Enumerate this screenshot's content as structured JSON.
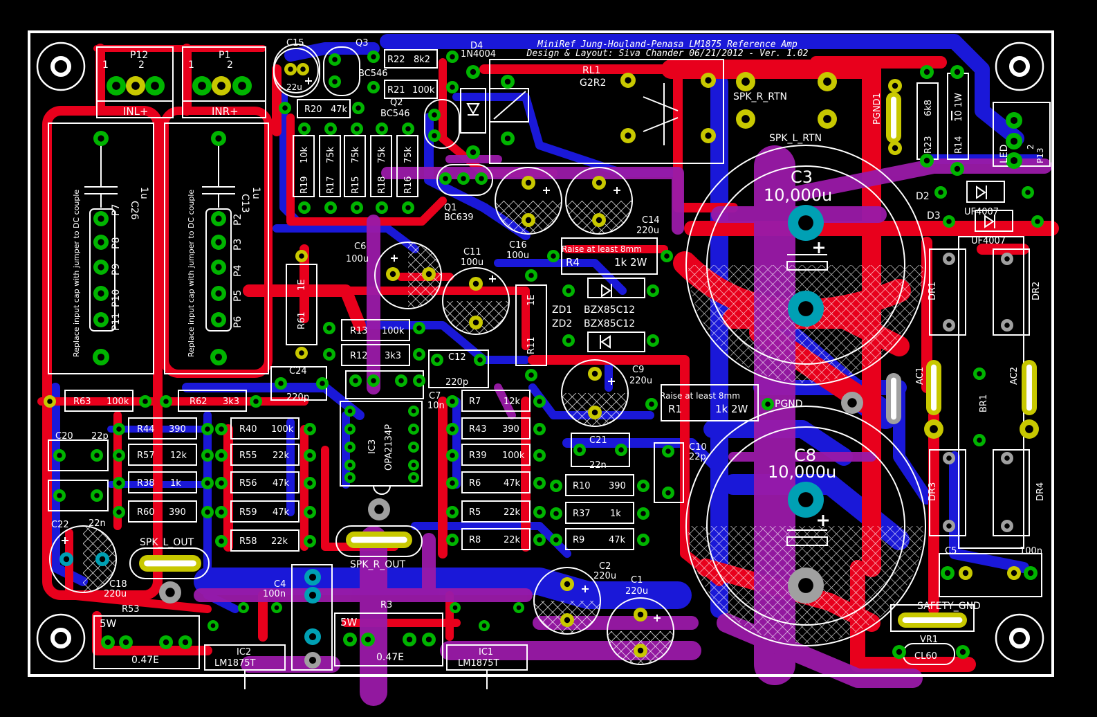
{
  "header": {
    "line1": "MiniRef Jung-Houland-Penasa LM1875 Reference Amp",
    "line2": "Design & Layout: Siva Chander 06/21/2012 - Ver. 1.02"
  },
  "colors": {
    "background": "#000000",
    "outline": "#ffffff",
    "top_copper": "#e8001c",
    "bottom_copper": "#1a18d8",
    "overlap": "#9a1aa8",
    "pad_green": "#00b400",
    "pad_yellow": "#c8c800",
    "pad_cyan": "#00a0b4",
    "pad_gray": "#a0a0a0",
    "silkscreen": "#ffffff"
  },
  "connectors": {
    "p12": {
      "ref": "P12",
      "pin1": "1",
      "pin2": "2",
      "label": "INL+"
    },
    "p1": {
      "ref": "P1",
      "pin1": "1",
      "pin2": "2",
      "label": "INR+"
    },
    "p13": "P13",
    "led": "LED",
    "led_pin": "2"
  },
  "notes": {
    "couple_note": "Replace input cap with jumper to DC couple",
    "raise_note": "Raise at least 8mm"
  },
  "labels": {
    "c26": "C26",
    "c26_val": "1u",
    "c13": "C13",
    "c13_val": "1u",
    "p7": "P7",
    "p8": "P8",
    "p9": "P9",
    "p10": "P10",
    "p11": "P11",
    "p2": "P2",
    "p3": "P3",
    "p4": "P4",
    "p5": "P5",
    "p6": "P6",
    "c15": "C15",
    "c15_val": "22u",
    "q3": "Q3",
    "q3_val": "BC546",
    "q2": "Q2",
    "q2_val": "BC546",
    "q1": "Q1",
    "q1_val": "BC639",
    "r22": "R22",
    "r22_val": "8k2",
    "r21": "R21",
    "r21_val": "100k",
    "r20": "R20",
    "r20_val": "47k",
    "r19": "R19",
    "r19_val": "10k",
    "r17": "R17",
    "r17_val": "75k",
    "r15": "R15",
    "r15_val": "75k",
    "r18": "R18",
    "r18_val": "75k",
    "r16": "R16",
    "r16_val": "75k",
    "d4": "D4",
    "d4_val": "1N4004",
    "rl1": "RL1",
    "rl1_val": "G2R2",
    "spk_r_rtn": "SPK_R_RTN",
    "spk_l_rtn": "SPK_L_RTN",
    "pgnd1": "PGND1",
    "r23": "R23",
    "r23_val": "6k8",
    "r14": "R14",
    "r14_val": "10 1W",
    "c3": "C3",
    "c3_val": "10,000u",
    "c8": "C8",
    "c8_val": "10,000u",
    "d2": "D2",
    "d3": "D3",
    "uf4007a": "UF4007",
    "uf4007b": "UF4007",
    "dr1": "DR1",
    "dr2": "DR2",
    "dr3": "DR3",
    "dr4": "DR4",
    "ac1": "AC1",
    "ac2": "AC2",
    "br1": "BR1",
    "c14": "C14",
    "c14_val": "220u",
    "c16": "C16",
    "c16_val": "100u",
    "c11": "C11",
    "c11_val": "100u",
    "c6": "C6",
    "c6_val": "100u",
    "r4": "R4",
    "r4_val": "1k 2W",
    "r1": "R1",
    "r1_val": "1k 2W",
    "zd1": "ZD1",
    "zd1_val": "BZX85C12",
    "zd2": "ZD2",
    "zd2_val": "BZX85C12",
    "r61": "R61",
    "r61_val": "1E",
    "r11": "R11",
    "r11_val": "1E",
    "r13": "R13",
    "r13_val": "100k",
    "r12": "R12",
    "r12_val": "3k3",
    "c12": "C12",
    "c12_val": "220p",
    "c24": "C24",
    "c24_val": "220p",
    "c7": "C7",
    "c7_val": "10n",
    "c9": "C9",
    "c9_val": "220u",
    "pgnd": "PGND",
    "r63": "R63",
    "r63_val": "100k",
    "r62": "R62",
    "r62_val": "3k3",
    "c20": "C20",
    "c20_val": "22p",
    "c22": "C22",
    "c22_val": "22n",
    "r44": "R44",
    "r44_val": "390",
    "r57": "R57",
    "r57_val": "12k",
    "r38": "R38",
    "r38_val": "1k",
    "r60": "R60",
    "r60_val": "390",
    "r40": "R40",
    "r40_val": "100k",
    "r55": "R55",
    "r55_val": "22k",
    "r56": "R56",
    "r56_val": "47k",
    "r59": "R59",
    "r59_val": "47k",
    "r58": "R58",
    "r58_val": "22k",
    "ic3": "IC3",
    "ic3_val": "OPA2134P",
    "r7": "R7",
    "r7_val": "12k",
    "r43": "R43",
    "r43_val": "390",
    "r39": "R39",
    "r39_val": "100k",
    "r6": "R6",
    "r6_val": "47k",
    "r5": "R5",
    "r5_val": "22k",
    "r8": "R8",
    "r8_val": "22k",
    "c21": "C21",
    "c21_val": "22n",
    "r10": "R10",
    "r10_val": "390",
    "r37": "R37",
    "r37_val": "1k",
    "r9": "R9",
    "r9_val": "47k",
    "c10": "C10",
    "c10_val": "22p",
    "spk_l_out": "SPK_L_OUT",
    "spk_r_out": "SPK_R_OUT",
    "c18": "C18",
    "c18_val": "220u",
    "r53": "R53",
    "r53_val": "0.47E",
    "r53_w": "5W",
    "r3": "R3",
    "r3_val": "0.47E",
    "r3_w": "5W",
    "c4": "C4",
    "c4_val": "100n",
    "ic2": "IC2",
    "ic2_val": "LM1875T",
    "ic1": "IC1",
    "ic1_val": "LM1875T",
    "c2": "C2",
    "c2_val": "220u",
    "c1": "C1",
    "c1_val": "220u",
    "c5": "C5",
    "c5_val": "100n",
    "safety_gnd": "SAFETY_GND",
    "vr1": "VR1",
    "vr1_val": "CL60"
  }
}
